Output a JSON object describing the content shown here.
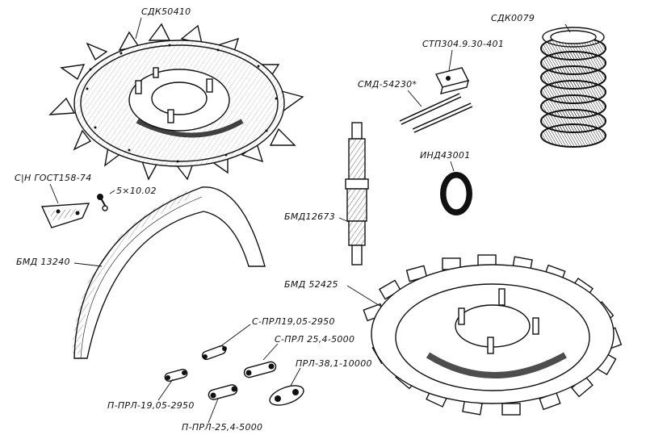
{
  "labels": {
    "sdk50410": "СДК50410",
    "sdk0079": "СДК0079",
    "stp3049": "СТП304.9.30-401",
    "smd54230": "СМД-54230*",
    "ind43001": "ИНД43001",
    "shn_gost": "С|Н ГОСТ158-74",
    "pin5x10": "5×10.02",
    "bmd12673": "БМД12673",
    "bmd13240": "БМД 13240",
    "bmd52425": "БМД 52425",
    "s_prl_1905": "С-ПРЛ19,05-2950",
    "s_prl_254": "С-ПРЛ 25,4-5000",
    "prl_381": "ПРЛ-38,1-10000",
    "p_prl_1905": "П-ПРЛ-19,05-2950",
    "p_prl_254": "П-ПРЛ-25,4-5000"
  },
  "colors": {
    "ink": "#111111",
    "paper": "#ffffff"
  }
}
